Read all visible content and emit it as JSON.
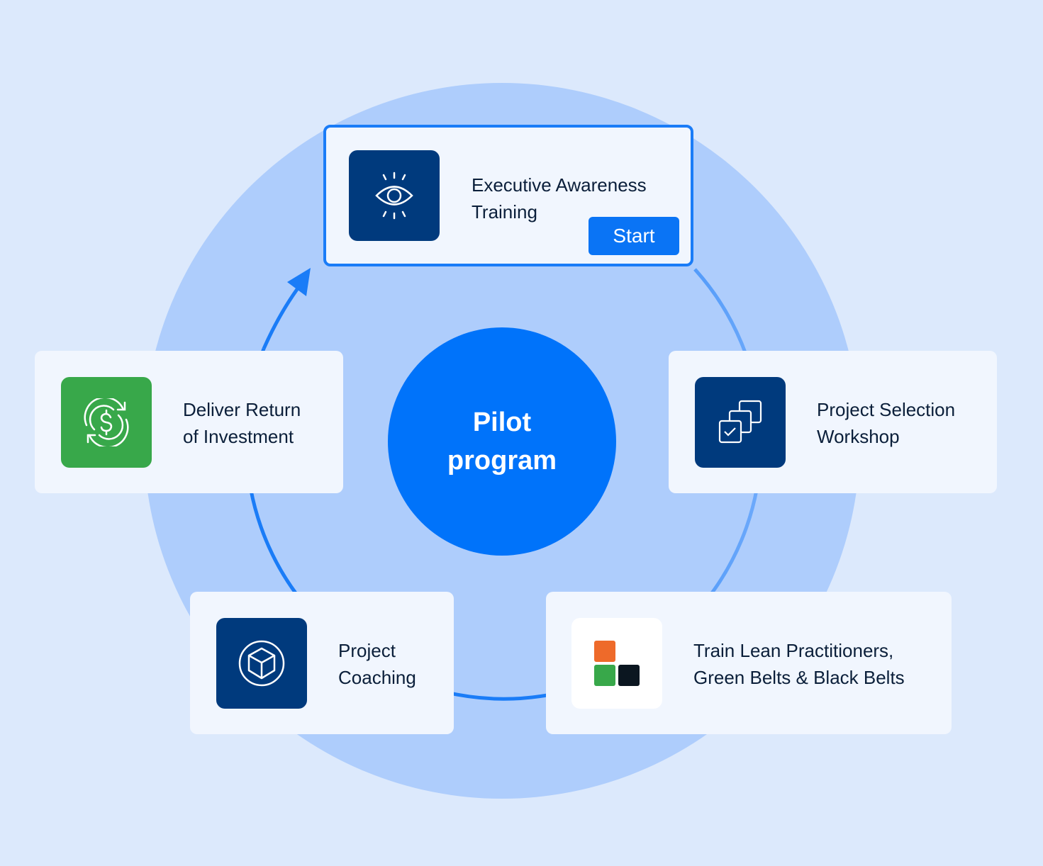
{
  "center": {
    "line1": "Pilot",
    "line2": "program"
  },
  "steps": [
    {
      "line1": "Executive Awareness",
      "line2": "Training",
      "icon": "eye-icon",
      "button": "Start",
      "active": true
    },
    {
      "line1": "Project Selection",
      "line2": "Workshop",
      "icon": "stacked-squares-check-icon"
    },
    {
      "line1": "Train Lean Practitioners,",
      "line2": "Green Belts & Black Belts",
      "icon": "colored-blocks-icon"
    },
    {
      "line1": "Project",
      "line2": "Coaching",
      "icon": "cube-icon"
    },
    {
      "line1": "Deliver Return",
      "line2": "of Investment",
      "icon": "dollar-cycle-icon"
    }
  ],
  "colors": {
    "background": "#dce9fc",
    "outer_circle": "#aecdfc",
    "accent": "#0073fa",
    "navy": "#003a7d",
    "green": "#38a84a",
    "orange": "#ee6a2a",
    "black": "#0b1620"
  }
}
